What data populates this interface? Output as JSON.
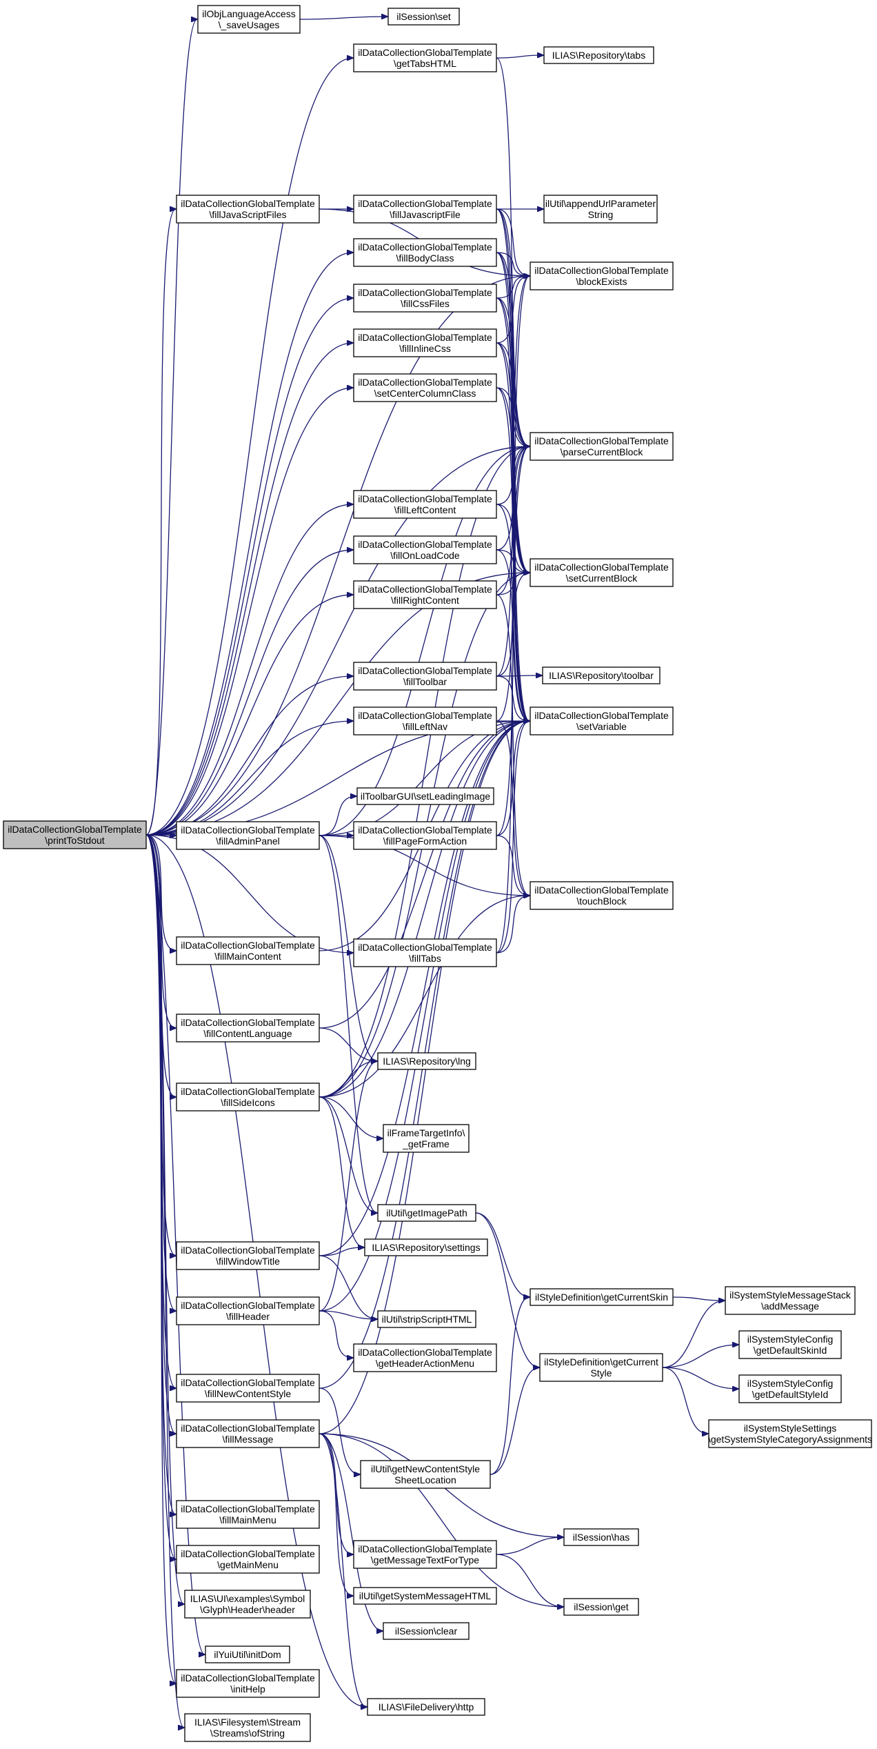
{
  "nodes": [
    {
      "id": "root",
      "lines": [
        "ilDataCollectionGlobalTemplate",
        "\\printToStdout"
      ]
    },
    {
      "id": "objlang",
      "lines": [
        "ilObjLanguageAccess",
        "\\_saveUsages"
      ]
    },
    {
      "id": "sessionset",
      "lines": [
        "ilSession\\set"
      ]
    },
    {
      "id": "gettabshtml",
      "lines": [
        "ilDataCollectionGlobalTemplate",
        "\\getTabsHTML"
      ]
    },
    {
      "id": "repotabs",
      "lines": [
        "ILIAS\\Repository\\tabs"
      ]
    },
    {
      "id": "filljsfiles",
      "lines": [
        "ilDataCollectionGlobalTemplate",
        "\\fillJavaScriptFiles"
      ]
    },
    {
      "id": "filljsfile",
      "lines": [
        "ilDataCollectionGlobalTemplate",
        "\\fillJavascriptFile"
      ]
    },
    {
      "id": "appendurl",
      "lines": [
        "ilUtil\\appendUrlParameter",
        "String"
      ]
    },
    {
      "id": "fillbodyclass",
      "lines": [
        "ilDataCollectionGlobalTemplate",
        "\\fillBodyClass"
      ]
    },
    {
      "id": "blockexists",
      "lines": [
        "ilDataCollectionGlobalTemplate",
        "\\blockExists"
      ]
    },
    {
      "id": "fillcssfiles",
      "lines": [
        "ilDataCollectionGlobalTemplate",
        "\\fillCssFiles"
      ]
    },
    {
      "id": "fillinlinecss",
      "lines": [
        "ilDataCollectionGlobalTemplate",
        "\\fillInlineCss"
      ]
    },
    {
      "id": "setcentercol",
      "lines": [
        "ilDataCollectionGlobalTemplate",
        "\\setCenterColumnClass"
      ]
    },
    {
      "id": "parsecurrent",
      "lines": [
        "ilDataCollectionGlobalTemplate",
        "\\parseCurrentBlock"
      ]
    },
    {
      "id": "fillleftcontent",
      "lines": [
        "ilDataCollectionGlobalTemplate",
        "\\fillLeftContent"
      ]
    },
    {
      "id": "fillonload",
      "lines": [
        "ilDataCollectionGlobalTemplate",
        "\\fillOnLoadCode"
      ]
    },
    {
      "id": "setcurrent",
      "lines": [
        "ilDataCollectionGlobalTemplate",
        "\\setCurrentBlock"
      ]
    },
    {
      "id": "fillrightcontent",
      "lines": [
        "ilDataCollectionGlobalTemplate",
        "\\fillRightContent"
      ]
    },
    {
      "id": "filltoolbar",
      "lines": [
        "ilDataCollectionGlobalTemplate",
        "\\fillToolbar"
      ]
    },
    {
      "id": "repotoolbar",
      "lines": [
        "ILIAS\\Repository\\toolbar"
      ]
    },
    {
      "id": "fillleftnav",
      "lines": [
        "ilDataCollectionGlobalTemplate",
        "\\fillLeftNav"
      ]
    },
    {
      "id": "setvariable",
      "lines": [
        "ilDataCollectionGlobalTemplate",
        "\\setVariable"
      ]
    },
    {
      "id": "toolbarleading",
      "lines": [
        "ilToolbarGUI\\setLeadingImage"
      ]
    },
    {
      "id": "filladmin",
      "lines": [
        "ilDataCollectionGlobalTemplate",
        "\\fillAdminPanel"
      ]
    },
    {
      "id": "fillpageform",
      "lines": [
        "ilDataCollectionGlobalTemplate",
        "\\fillPageFormAction"
      ]
    },
    {
      "id": "touchblock",
      "lines": [
        "ilDataCollectionGlobalTemplate",
        "\\touchBlock"
      ]
    },
    {
      "id": "fillmain",
      "lines": [
        "ilDataCollectionGlobalTemplate",
        "\\fillMainContent"
      ]
    },
    {
      "id": "filltabs",
      "lines": [
        "ilDataCollectionGlobalTemplate",
        "\\fillTabs"
      ]
    },
    {
      "id": "fillcontentlang",
      "lines": [
        "ilDataCollectionGlobalTemplate",
        "\\fillContentLanguage"
      ]
    },
    {
      "id": "repolng",
      "lines": [
        "ILIAS\\Repository\\lng"
      ]
    },
    {
      "id": "fillsideicons",
      "lines": [
        "ilDataCollectionGlobalTemplate",
        "\\fillSideIcons"
      ]
    },
    {
      "id": "frametarget",
      "lines": [
        "ilFrameTargetInfo\\",
        "_getFrame"
      ]
    },
    {
      "id": "getimagepath",
      "lines": [
        "ilUtil\\getImagePath"
      ]
    },
    {
      "id": "fillwindowtitle",
      "lines": [
        "ilDataCollectionGlobalTemplate",
        "\\fillWindowTitle"
      ]
    },
    {
      "id": "reposettings",
      "lines": [
        "ILIAS\\Repository\\settings"
      ]
    },
    {
      "id": "getcurrentskin",
      "lines": [
        "ilStyleDefinition\\getCurrentSkin"
      ]
    },
    {
      "id": "msgstack",
      "lines": [
        "ilSystemStyleMessageStack",
        "\\addMessage"
      ]
    },
    {
      "id": "fillheader",
      "lines": [
        "ilDataCollectionGlobalTemplate",
        "\\fillHeader"
      ]
    },
    {
      "id": "stripscript",
      "lines": [
        "ilUtil\\stripScriptHTML"
      ]
    },
    {
      "id": "defaultskin",
      "lines": [
        "ilSystemStyleConfig",
        "\\getDefaultSkinId"
      ]
    },
    {
      "id": "getcurrentstyle",
      "lines": [
        "ilStyleDefinition\\getCurrent",
        "Style"
      ]
    },
    {
      "id": "headeraction",
      "lines": [
        "ilDataCollectionGlobalTemplate",
        "\\getHeaderActionMenu"
      ]
    },
    {
      "id": "fillnewcontent",
      "lines": [
        "ilDataCollectionGlobalTemplate",
        "\\fillNewContentStyle"
      ]
    },
    {
      "id": "defaultstyle",
      "lines": [
        "ilSystemStyleConfig",
        "\\getDefaultStyleId"
      ]
    },
    {
      "id": "stylesettings",
      "lines": [
        "ilSystemStyleSettings",
        "\\getSystemStyleCategoryAssignments"
      ]
    },
    {
      "id": "fillmessage",
      "lines": [
        "ilDataCollectionGlobalTemplate",
        "\\fillMessage"
      ]
    },
    {
      "id": "newcontentsheet",
      "lines": [
        "ilUtil\\getNewContentStyle",
        "SheetLocation"
      ]
    },
    {
      "id": "fillmainmenu",
      "lines": [
        "ilDataCollectionGlobalTemplate",
        "\\fillMainMenu"
      ]
    },
    {
      "id": "sessionhas",
      "lines": [
        "ilSession\\has"
      ]
    },
    {
      "id": "getmainmenu",
      "lines": [
        "ilDataCollectionGlobalTemplate",
        "\\getMainMenu"
      ]
    },
    {
      "id": "msgtext",
      "lines": [
        "ilDataCollectionGlobalTemplate",
        "\\getMessageTextForType"
      ]
    },
    {
      "id": "sessionget",
      "lines": [
        "ilSession\\get"
      ]
    },
    {
      "id": "uiheader",
      "lines": [
        "ILIAS\\UI\\examples\\Symbol",
        "\\Glyph\\Header\\header"
      ]
    },
    {
      "id": "sysmsghtml",
      "lines": [
        "ilUtil\\getSystemMessageHTML"
      ]
    },
    {
      "id": "sessionclear",
      "lines": [
        "ilSession\\clear"
      ]
    },
    {
      "id": "yuiinit",
      "lines": [
        "ilYuiUtil\\initDom"
      ]
    },
    {
      "id": "inithelp",
      "lines": [
        "ilDataCollectionGlobalTemplate",
        "\\initHelp"
      ]
    },
    {
      "id": "filedelivery",
      "lines": [
        "ILIAS\\FileDelivery\\http"
      ]
    },
    {
      "id": "streams",
      "lines": [
        "ILIAS\\Filesystem\\Stream",
        "\\Streams\\ofString"
      ]
    }
  ],
  "edges": [
    [
      "root",
      "objlang"
    ],
    [
      "root",
      "gettabshtml"
    ],
    [
      "root",
      "blockexists"
    ],
    [
      "root",
      "filljsfiles"
    ],
    [
      "root",
      "fillbodyclass"
    ],
    [
      "root",
      "fillcssfiles"
    ],
    [
      "root",
      "fillinlinecss"
    ],
    [
      "root",
      "setcentercol"
    ],
    [
      "root",
      "parsecurrent"
    ],
    [
      "root",
      "fillleftcontent"
    ],
    [
      "root",
      "fillonload"
    ],
    [
      "root",
      "fillrightcontent"
    ],
    [
      "root",
      "setcurrent"
    ],
    [
      "root",
      "filltoolbar"
    ],
    [
      "root",
      "fillleftnav"
    ],
    [
      "root",
      "filladmin"
    ],
    [
      "root",
      "filltabs"
    ],
    [
      "root",
      "fillmain"
    ],
    [
      "root",
      "fillcontentlang"
    ],
    [
      "root",
      "fillsideicons"
    ],
    [
      "root",
      "fillwindowtitle"
    ],
    [
      "root",
      "fillheader"
    ],
    [
      "root",
      "fillnewcontent"
    ],
    [
      "root",
      "fillmessage"
    ],
    [
      "root",
      "fillmainmenu"
    ],
    [
      "root",
      "getmainmenu"
    ],
    [
      "root",
      "uiheader"
    ],
    [
      "root",
      "yuiinit"
    ],
    [
      "root",
      "inithelp"
    ],
    [
      "root",
      "streams"
    ],
    [
      "root",
      "filedelivery"
    ],
    [
      "root",
      "setvariable"
    ],
    [
      "objlang",
      "sessionset"
    ],
    [
      "gettabshtml",
      "repotabs"
    ],
    [
      "gettabshtml",
      "setvariable"
    ],
    [
      "filljsfiles",
      "filljsfile"
    ],
    [
      "filljsfiles",
      "blockexists"
    ],
    [
      "filljsfile",
      "appendurl"
    ],
    [
      "filljsfile",
      "blockexists"
    ],
    [
      "filljsfile",
      "parsecurrent"
    ],
    [
      "filljsfile",
      "setcurrent"
    ],
    [
      "filljsfile",
      "setvariable"
    ],
    [
      "fillbodyclass",
      "blockexists"
    ],
    [
      "fillbodyclass",
      "parsecurrent"
    ],
    [
      "fillbodyclass",
      "setcurrent"
    ],
    [
      "fillbodyclass",
      "setvariable"
    ],
    [
      "fillcssfiles",
      "blockexists"
    ],
    [
      "fillcssfiles",
      "parsecurrent"
    ],
    [
      "fillcssfiles",
      "setcurrent"
    ],
    [
      "fillcssfiles",
      "setvariable"
    ],
    [
      "fillinlinecss",
      "blockexists"
    ],
    [
      "fillinlinecss",
      "parsecurrent"
    ],
    [
      "fillinlinecss",
      "setcurrent"
    ],
    [
      "fillinlinecss",
      "setvariable"
    ],
    [
      "setcentercol",
      "parsecurrent"
    ],
    [
      "setcentercol",
      "setcurrent"
    ],
    [
      "setcentercol",
      "setvariable"
    ],
    [
      "fillleftcontent",
      "parsecurrent"
    ],
    [
      "fillleftcontent",
      "setcurrent"
    ],
    [
      "fillleftcontent",
      "setvariable"
    ],
    [
      "fillonload",
      "parsecurrent"
    ],
    [
      "fillonload",
      "setcurrent"
    ],
    [
      "fillonload",
      "setvariable"
    ],
    [
      "fillrightcontent",
      "parsecurrent"
    ],
    [
      "fillrightcontent",
      "setcurrent"
    ],
    [
      "fillrightcontent",
      "touchblock"
    ],
    [
      "filltoolbar",
      "repotoolbar"
    ],
    [
      "filltoolbar",
      "blockexists"
    ],
    [
      "filltoolbar",
      "setcurrent"
    ],
    [
      "filltoolbar",
      "setvariable"
    ],
    [
      "fillleftnav",
      "setvariable"
    ],
    [
      "fillleftnav",
      "touchblock"
    ],
    [
      "fillleftnav",
      "parsecurrent"
    ],
    [
      "filladmin",
      "toolbarleading"
    ],
    [
      "filladmin",
      "fillpageform"
    ],
    [
      "filladmin",
      "setvariable"
    ],
    [
      "filladmin",
      "parsecurrent"
    ],
    [
      "filladmin",
      "repolng"
    ],
    [
      "filladmin",
      "getimagepath"
    ],
    [
      "filladmin",
      "touchblock"
    ],
    [
      "fillpageform",
      "setvariable"
    ],
    [
      "fillpageform",
      "touchblock"
    ],
    [
      "fillpageform",
      "parsecurrent"
    ],
    [
      "filltabs",
      "blockexists"
    ],
    [
      "filltabs",
      "setvariable"
    ],
    [
      "filltabs",
      "touchblock"
    ],
    [
      "fillmain",
      "setvariable"
    ],
    [
      "fillcontentlang",
      "repolng"
    ],
    [
      "fillcontentlang",
      "setvariable"
    ],
    [
      "fillsideicons",
      "repolng"
    ],
    [
      "fillsideicons",
      "frametarget"
    ],
    [
      "fillsideicons",
      "getimagepath"
    ],
    [
      "fillsideicons",
      "reposettings"
    ],
    [
      "fillsideicons",
      "setvariable"
    ],
    [
      "fillsideicons",
      "touchblock"
    ],
    [
      "fillsideicons",
      "setcurrent"
    ],
    [
      "fillsideicons",
      "parsecurrent"
    ],
    [
      "getimagepath",
      "getcurrentskin"
    ],
    [
      "getimagepath",
      "getcurrentstyle"
    ],
    [
      "fillwindowtitle",
      "reposettings"
    ],
    [
      "fillwindowtitle",
      "stripscript"
    ],
    [
      "fillwindowtitle",
      "setvariable"
    ],
    [
      "getcurrentskin",
      "msgstack"
    ],
    [
      "getcurrentstyle",
      "msgstack"
    ],
    [
      "getcurrentstyle",
      "defaultskin"
    ],
    [
      "getcurrentstyle",
      "defaultstyle"
    ],
    [
      "getcurrentstyle",
      "stylesettings"
    ],
    [
      "fillheader",
      "stripscript"
    ],
    [
      "fillheader",
      "headeraction"
    ],
    [
      "fillheader",
      "repolng"
    ],
    [
      "fillheader",
      "setvariable"
    ],
    [
      "fillnewcontent",
      "newcontentsheet"
    ],
    [
      "fillnewcontent",
      "setvariable"
    ],
    [
      "newcontentsheet",
      "getcurrentskin"
    ],
    [
      "newcontentsheet",
      "getcurrentstyle"
    ],
    [
      "fillmessage",
      "msgtext"
    ],
    [
      "fillmessage",
      "sessionhas"
    ],
    [
      "fillmessage",
      "sysmsghtml"
    ],
    [
      "fillmessage",
      "sessionclear"
    ],
    [
      "fillmessage",
      "filedelivery"
    ],
    [
      "fillmessage",
      "sessionget"
    ],
    [
      "fillmessage",
      "setvariable"
    ],
    [
      "msgtext",
      "sessionhas"
    ],
    [
      "msgtext",
      "sessionget"
    ]
  ]
}
